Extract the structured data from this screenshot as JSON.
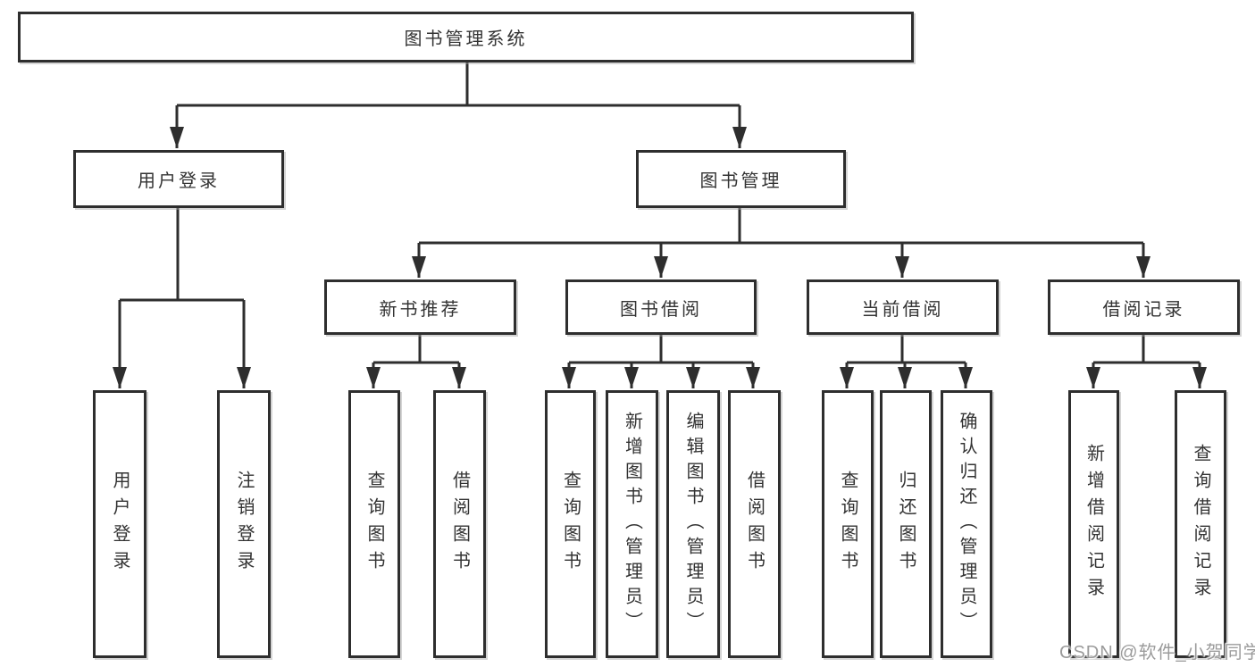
{
  "colors": {
    "line": "#2e2e2e",
    "box_border": "#2e2e2e",
    "box_fill": "#ffffff",
    "text": "#333333",
    "watermark_text": "#9b9b9b",
    "background": "#ffffff"
  },
  "watermark": "CSDN @软件_小贺同学",
  "tree": {
    "root": {
      "label": "图书管理系统",
      "children": [
        {
          "label": "用户登录",
          "children": [
            {
              "label": "用户登录"
            },
            {
              "label": "注销登录"
            }
          ]
        },
        {
          "label": "图书管理",
          "children": [
            {
              "label": "新书推荐",
              "children": [
                {
                  "label": "查询图书"
                },
                {
                  "label": "借阅图书"
                }
              ]
            },
            {
              "label": "图书借阅",
              "children": [
                {
                  "label": "查询图书"
                },
                {
                  "label": "新增图书（管理员）"
                },
                {
                  "label": "编辑图书（管理员）"
                },
                {
                  "label": "借阅图书"
                }
              ]
            },
            {
              "label": "当前借阅",
              "children": [
                {
                  "label": "查询图书"
                },
                {
                  "label": "归还图书"
                },
                {
                  "label": "确认归还（管理员）"
                }
              ]
            },
            {
              "label": "借阅记录",
              "children": [
                {
                  "label": "新增借阅记录"
                },
                {
                  "label": "查询借阅记录"
                }
              ]
            }
          ]
        }
      ]
    }
  }
}
